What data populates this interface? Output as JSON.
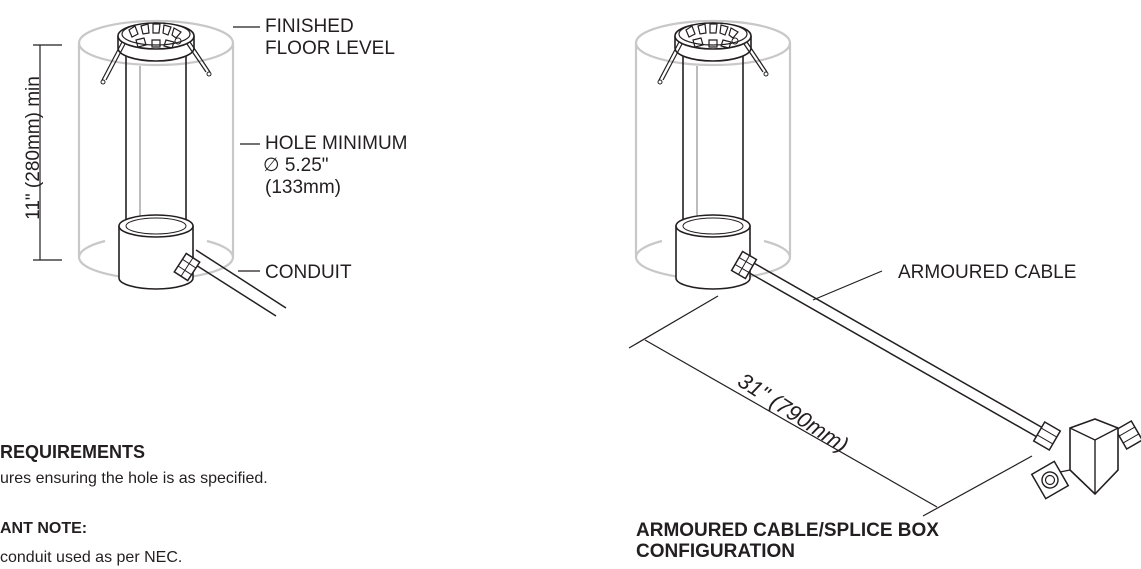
{
  "labels": {
    "finished_floor_line1": "FINISHED",
    "finished_floor_line2": "FLOOR LEVEL",
    "hole_min_line1": "HOLE MINIMUM",
    "hole_min_line2": "∅ 5.25\"",
    "hole_min_line3": "(133mm)",
    "conduit": "CONDUIT",
    "depth_dimension": "11\" (280mm) min",
    "armoured_cable": "ARMOURED CABLE",
    "cable_length": "31\" (790mm)"
  },
  "requirements": {
    "title": "REQUIREMENTS",
    "text": "ures ensuring the hole is as specified."
  },
  "note": {
    "title": "ANT NOTE:",
    "text": "conduit used as per NEC."
  },
  "caption": {
    "line1": "ARMOURED CABLE/SPLICE BOX",
    "line2": "CONFIGURATION"
  },
  "colors": {
    "ink": "#231f20",
    "hole_outline": "#c8c8c8"
  }
}
